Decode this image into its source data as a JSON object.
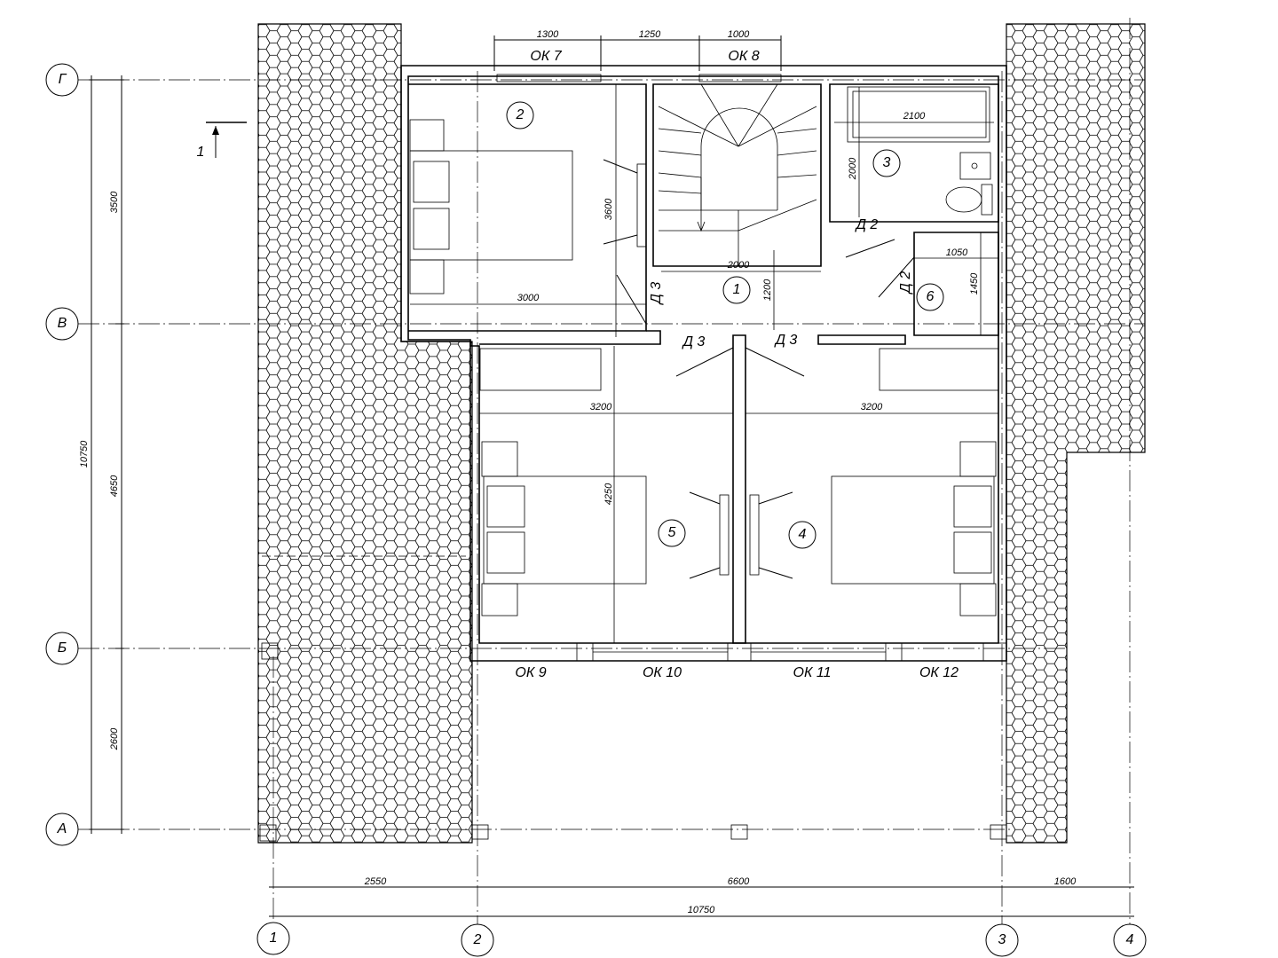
{
  "axes": {
    "rows": [
      "Г",
      "В",
      "Б",
      "А"
    ],
    "cols": [
      "1",
      "2",
      "3",
      "4"
    ]
  },
  "dimensions": {
    "top": [
      "1300",
      "1250",
      "1000"
    ],
    "left": [
      "3500",
      "4650",
      "2600"
    ],
    "left_total": "10750",
    "bottom": [
      "2550",
      "6600",
      "1600"
    ],
    "bottom_total": "10750",
    "interior": [
      "2100",
      "2000",
      "3600",
      "3000",
      "2000",
      "1200",
      "1050",
      "1450",
      "3200",
      "3200",
      "4250"
    ]
  },
  "rooms": [
    "1",
    "2",
    "3",
    "4",
    "5",
    "6"
  ],
  "windows": [
    "ОК 7",
    "ОК 8",
    "ОК 9",
    "ОК 10",
    "ОК 11",
    "ОК 12"
  ],
  "doors": [
    "Д 2",
    "Д 2",
    "Д 3",
    "Д 3",
    "Д 3"
  ],
  "section_mark": "1"
}
